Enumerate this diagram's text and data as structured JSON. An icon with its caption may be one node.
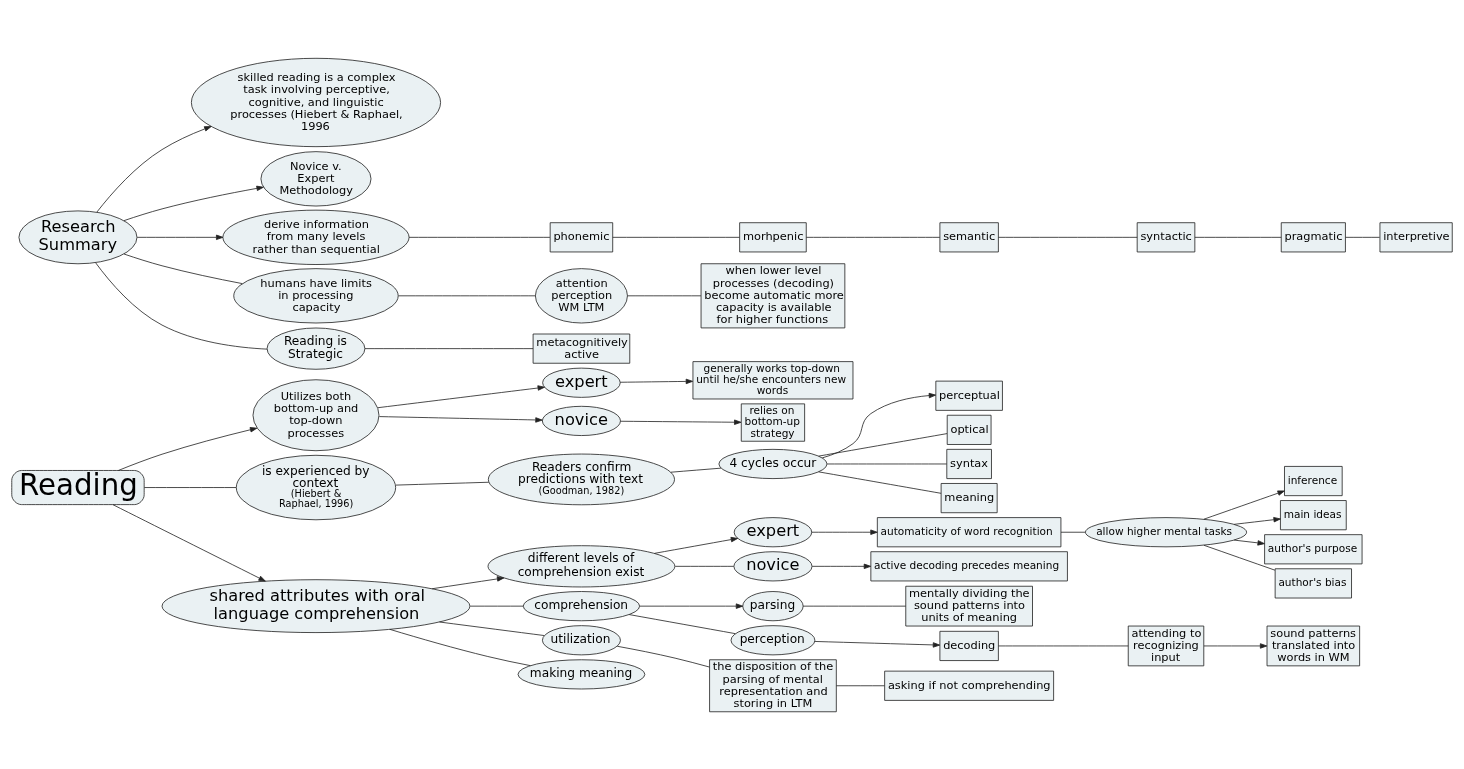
{
  "diagram": {
    "nodes": [
      {
        "text": [
          "Reading"
        ]
      },
      {
        "text": [
          "Research Summary"
        ]
      },
      {
        "text": [
          "skilled reading is a complex task involving perceptive, cognitive, and linguistic processes (Hiebert & Raphael, 1996"
        ]
      },
      {
        "text": [
          "Novice v. Expert Methodology"
        ]
      },
      {
        "text": [
          "derive information from many levels rather than sequential"
        ]
      },
      {
        "text": [
          "phonemic"
        ]
      },
      {
        "text": [
          "morhpenic"
        ]
      },
      {
        "text": [
          "semantic"
        ]
      },
      {
        "text": [
          "syntactic"
        ]
      },
      {
        "text": [
          "pragmatic"
        ]
      },
      {
        "text": [
          "interpretive"
        ]
      },
      {
        "text": [
          "humans have limits in processing capacity"
        ]
      },
      {
        "text": [
          "attention perception WM LTM"
        ]
      },
      {
        "text": [
          "when lower level processes (decoding) become automatic more capacity is available for higher functions"
        ]
      },
      {
        "text": [
          "Reading is Strategic"
        ]
      },
      {
        "text": [
          "metacognitively active"
        ]
      },
      {
        "text": [
          "Utilizes both bottom-up and top-down processes"
        ]
      },
      {
        "text": [
          "expert"
        ]
      },
      {
        "text": [
          "generally works top-down until he/she encounters new words"
        ]
      },
      {
        "text": [
          "novice"
        ]
      },
      {
        "text": [
          "relies on bottom-up strategy"
        ]
      },
      {
        "text": [
          "is experienced by context",
          "(Hiebert & Raphael, 1996)"
        ]
      },
      {
        "text": [
          "Readers confirm predictions with text",
          "(Goodman, 1982)"
        ]
      },
      {
        "text": [
          "4 cycles occur"
        ]
      },
      {
        "text": [
          "perceptual"
        ]
      },
      {
        "text": [
          "optical"
        ]
      },
      {
        "text": [
          "syntax"
        ]
      },
      {
        "text": [
          "meaning"
        ]
      },
      {
        "text": [
          "shared attributes with oral language comprehension"
        ]
      },
      {
        "text": [
          "different levels of comprehension exist"
        ]
      },
      {
        "text": [
          "expert"
        ]
      },
      {
        "text": [
          "automaticity of word recognition"
        ]
      },
      {
        "text": [
          "allow higher mental tasks"
        ]
      },
      {
        "text": [
          "inference"
        ]
      },
      {
        "text": [
          "main ideas"
        ]
      },
      {
        "text": [
          "author's purpose"
        ]
      },
      {
        "text": [
          "author's bias"
        ]
      },
      {
        "text": [
          "novice"
        ]
      },
      {
        "text": [
          "active decoding precedes meaning"
        ]
      },
      {
        "text": [
          "comprehension"
        ]
      },
      {
        "text": [
          "parsing"
        ]
      },
      {
        "text": [
          "mentally dividing the sound patterns into units of meaning"
        ]
      },
      {
        "text": [
          "perception"
        ]
      },
      {
        "text": [
          "decoding"
        ]
      },
      {
        "text": [
          "attending to recognizing input"
        ]
      },
      {
        "text": [
          "sound patterns translated into words in WM"
        ]
      },
      {
        "text": [
          "utilization"
        ]
      },
      {
        "text": [
          "the disposition of the parsing of mental representation and storing in LTM"
        ]
      },
      {
        "text": [
          "asking if not comprehending"
        ]
      },
      {
        "text": [
          "making meaning"
        ]
      }
    ],
    "edges": [
      {
        "from": 1,
        "to": 2,
        "arrow": "to"
      },
      {
        "from": 1,
        "to": 3,
        "arrow": "to"
      },
      {
        "from": 1,
        "to": 4,
        "arrow": "to"
      },
      {
        "from": 1,
        "to": 11,
        "arrow": "none"
      },
      {
        "from": 1,
        "to": 14,
        "arrow": "none"
      },
      {
        "from": 4,
        "to": 5,
        "arrow": "none"
      },
      {
        "from": 5,
        "to": 6,
        "arrow": "none"
      },
      {
        "from": 6,
        "to": 7,
        "arrow": "none"
      },
      {
        "from": 7,
        "to": 8,
        "arrow": "none"
      },
      {
        "from": 8,
        "to": 9,
        "arrow": "none"
      },
      {
        "from": 9,
        "to": 10,
        "arrow": "none"
      },
      {
        "from": 11,
        "to": 12,
        "arrow": "none"
      },
      {
        "from": 12,
        "to": 13,
        "arrow": "none"
      },
      {
        "from": 14,
        "to": 15,
        "arrow": "none"
      },
      {
        "from": 0,
        "to": 16,
        "arrow": "to"
      },
      {
        "from": 16,
        "to": 17,
        "arrow": "to"
      },
      {
        "from": 16,
        "to": 19,
        "arrow": "to"
      },
      {
        "from": 17,
        "to": 18,
        "arrow": "to"
      },
      {
        "from": 19,
        "to": 20,
        "arrow": "to"
      },
      {
        "from": 0,
        "to": 21,
        "arrow": "none"
      },
      {
        "from": 21,
        "to": 22,
        "arrow": "none"
      },
      {
        "from": 22,
        "to": 23,
        "arrow": "none"
      },
      {
        "from": 23,
        "to": 24,
        "arrow": "to"
      },
      {
        "from": 23,
        "to": 25,
        "arrow": "none"
      },
      {
        "from": 23,
        "to": 26,
        "arrow": "none"
      },
      {
        "from": 23,
        "to": 27,
        "arrow": "none"
      },
      {
        "from": 0,
        "to": 28,
        "arrow": "to"
      },
      {
        "from": 28,
        "to": 29,
        "arrow": "to"
      },
      {
        "from": 29,
        "to": 30,
        "arrow": "to"
      },
      {
        "from": 29,
        "to": 37,
        "arrow": "none"
      },
      {
        "from": 30,
        "to": 31,
        "arrow": "to"
      },
      {
        "from": 31,
        "to": 32,
        "arrow": "none"
      },
      {
        "from": 32,
        "to": 33,
        "arrow": "to"
      },
      {
        "from": 32,
        "to": 34,
        "arrow": "to"
      },
      {
        "from": 32,
        "to": 35,
        "arrow": "to"
      },
      {
        "from": 32,
        "to": 36,
        "arrow": "none"
      },
      {
        "from": 37,
        "to": 38,
        "arrow": "to"
      },
      {
        "from": 28,
        "to": 39,
        "arrow": "none"
      },
      {
        "from": 28,
        "to": 46,
        "arrow": "none"
      },
      {
        "from": 28,
        "to": 49,
        "arrow": "none"
      },
      {
        "from": 39,
        "to": 40,
        "arrow": "to"
      },
      {
        "from": 40,
        "to": 41,
        "arrow": "none"
      },
      {
        "from": 39,
        "to": 42,
        "arrow": "none"
      },
      {
        "from": 42,
        "to": 43,
        "arrow": "to"
      },
      {
        "from": 43,
        "to": 44,
        "arrow": "none"
      },
      {
        "from": 44,
        "to": 45,
        "arrow": "to"
      },
      {
        "from": 46,
        "to": 47,
        "arrow": "none"
      },
      {
        "from": 47,
        "to": 48,
        "arrow": "none"
      }
    ]
  }
}
